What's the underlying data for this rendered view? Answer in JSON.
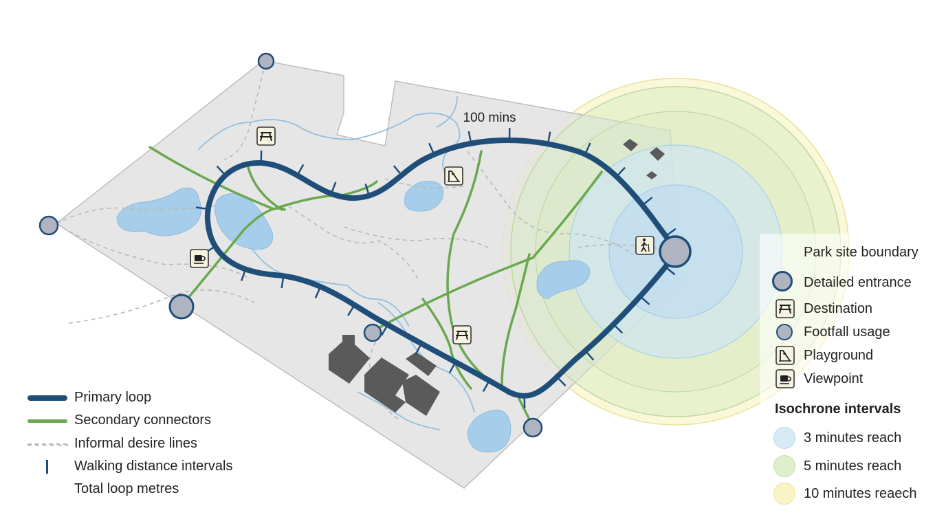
{
  "map": {
    "loop_label": "100 mins"
  },
  "colors": {
    "primary_loop": "#1f4e79",
    "secondary": "#6aa84f",
    "desire": "#b8b8b8",
    "water": "#a8cde8",
    "stream": "#8fbfe0",
    "site": "#e7e7e7",
    "building": "#5c5c5c",
    "iso_3": "#cfe6f2",
    "iso_5": "#dcebc7",
    "iso_10": "#f7f4c2"
  },
  "legend_left": {
    "items": [
      {
        "label": "Primary loop",
        "icon": "primary-loop-swatch"
      },
      {
        "label": "Secondary connectors",
        "icon": "secondary-connector-swatch"
      },
      {
        "label": "Informal desire lines",
        "icon": "desire-line-swatch"
      },
      {
        "label": "Walking distance intervals",
        "icon": "interval-tick-swatch"
      },
      {
        "label": "Total loop metres",
        "icon": ""
      }
    ]
  },
  "legend_right": {
    "items": [
      {
        "label": "Park site boundary",
        "icon": ""
      },
      {
        "label": "Detailed entrance",
        "icon": "entrance-node-icon"
      },
      {
        "label": "Destination",
        "icon": "picnic-table-icon"
      },
      {
        "label": "Footfall usage",
        "icon": "footfall-node-icon"
      },
      {
        "label": "Playground",
        "icon": "playground-slide-icon"
      },
      {
        "label": "Viewpoint",
        "icon": "coffee-cup-icon"
      }
    ],
    "isochrone_heading": "Isochrone intervals",
    "isochrones": [
      {
        "label": "3 minutes reach",
        "minutes": 3
      },
      {
        "label": "5 minutes reach",
        "minutes": 5
      },
      {
        "label": "10 minutes reaech",
        "minutes": 10
      }
    ]
  }
}
